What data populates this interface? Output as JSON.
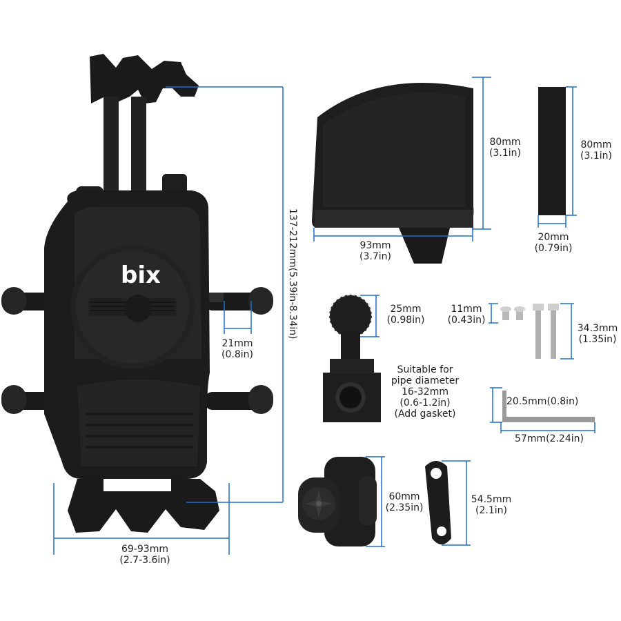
{
  "brand": {
    "logo_text": "bix"
  },
  "colors": {
    "dimension_line": "#1f6fd1",
    "product": "#1a1a1a",
    "product_mid": "#2b2b2b",
    "product_light": "#3d3d3d",
    "metal": "#b8b8b8"
  },
  "dimensions": {
    "holder_height": "137-212mm(5.39in-8.34in)",
    "holder_width": {
      "mm": "69-93mm",
      "in": "(2.7-3.6in)"
    },
    "arm": {
      "mm": "21mm",
      "in": "(0.8in)"
    },
    "visor_height": {
      "mm": "80mm",
      "in": "(3.1in)"
    },
    "visor_width": {
      "mm": "93mm",
      "in": "(3.7in)"
    },
    "pad_height": {
      "mm": "80mm",
      "in": "(3.1in)"
    },
    "pad_width": {
      "mm": "20mm",
      "in": "(0.79in)"
    },
    "ball": {
      "mm": "25mm",
      "in": "(0.98in)"
    },
    "short_screw": {
      "mm": "11mm",
      "in": "(0.43in)"
    },
    "long_screw": {
      "mm": "34.3mm",
      "in": "(1.35in)"
    },
    "clamp_note": [
      "Suitable for",
      "pipe diameter",
      "16-32mm",
      "(0.6-1.2in)",
      "(Add gasket)"
    ],
    "wrench_short": "20.5mm(0.8in)",
    "wrench_long": "57mm(2.24in)",
    "adapter": {
      "mm": "60mm",
      "in": "(2.35in)"
    },
    "extension_arm": {
      "mm": "54.5mm",
      "in": "(2.1in)"
    }
  }
}
